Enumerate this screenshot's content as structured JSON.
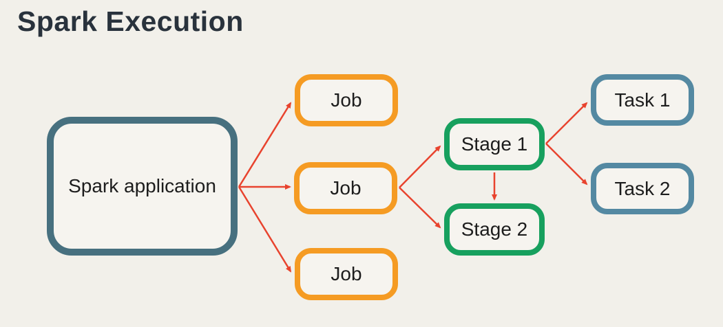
{
  "title": "Spark Execution",
  "colors": {
    "background": "#f2f0ea",
    "title_text": "#29323c",
    "node_fill": "#f6f4ef",
    "node_text": "#1d1d1d",
    "spark_application_border": "#47707f",
    "job_border": "#f59b23",
    "stage_border": "#17a05e",
    "task_border": "#5489a2",
    "arrow": "#e8432e"
  },
  "diagram": {
    "nodes": [
      {
        "id": "spark-application",
        "label": "Spark application",
        "type": "application"
      },
      {
        "id": "job-1",
        "label": "Job",
        "type": "job"
      },
      {
        "id": "job-2",
        "label": "Job",
        "type": "job"
      },
      {
        "id": "job-3",
        "label": "Job",
        "type": "job"
      },
      {
        "id": "stage-1",
        "label": "Stage 1",
        "type": "stage"
      },
      {
        "id": "stage-2",
        "label": "Stage 2",
        "type": "stage"
      },
      {
        "id": "task-1",
        "label": "Task 1",
        "type": "task"
      },
      {
        "id": "task-2",
        "label": "Task 2",
        "type": "task"
      }
    ],
    "edges": [
      {
        "from": "spark-application",
        "to": "job-1"
      },
      {
        "from": "spark-application",
        "to": "job-2"
      },
      {
        "from": "spark-application",
        "to": "job-3"
      },
      {
        "from": "job-2",
        "to": "stage-1"
      },
      {
        "from": "job-2",
        "to": "stage-2"
      },
      {
        "from": "stage-1",
        "to": "stage-2"
      },
      {
        "from": "stage-1",
        "to": "task-1"
      },
      {
        "from": "stage-1",
        "to": "task-2"
      }
    ]
  }
}
